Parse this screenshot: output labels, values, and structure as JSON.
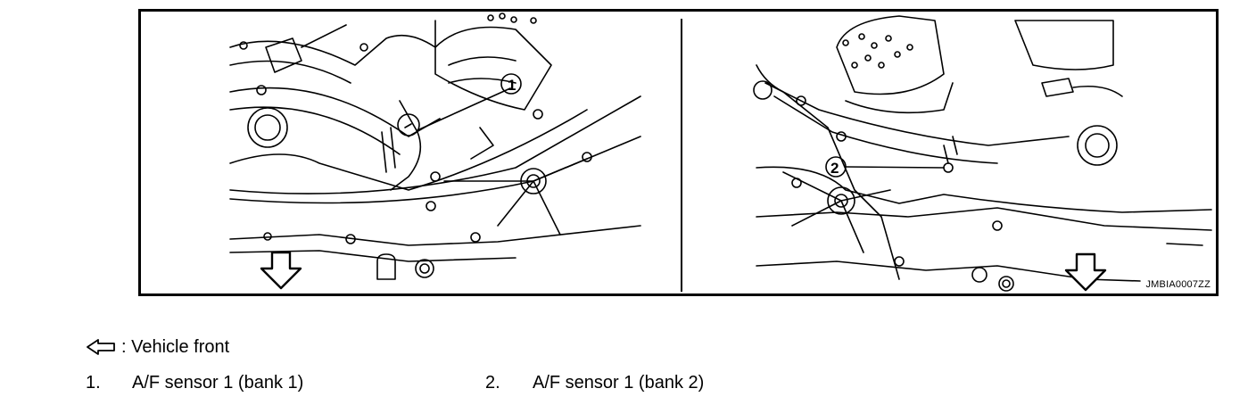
{
  "figure": {
    "code": "JMBIA0007ZZ",
    "left_panel": {
      "callout": "1"
    },
    "right_panel": {
      "callout": "2"
    }
  },
  "legend": {
    "front_label": ": Vehicle front",
    "items": [
      {
        "number": "1.",
        "label": "A/F sensor 1 (bank 1)"
      },
      {
        "number": "2.",
        "label": "A/F sensor 1 (bank 2)"
      }
    ]
  }
}
